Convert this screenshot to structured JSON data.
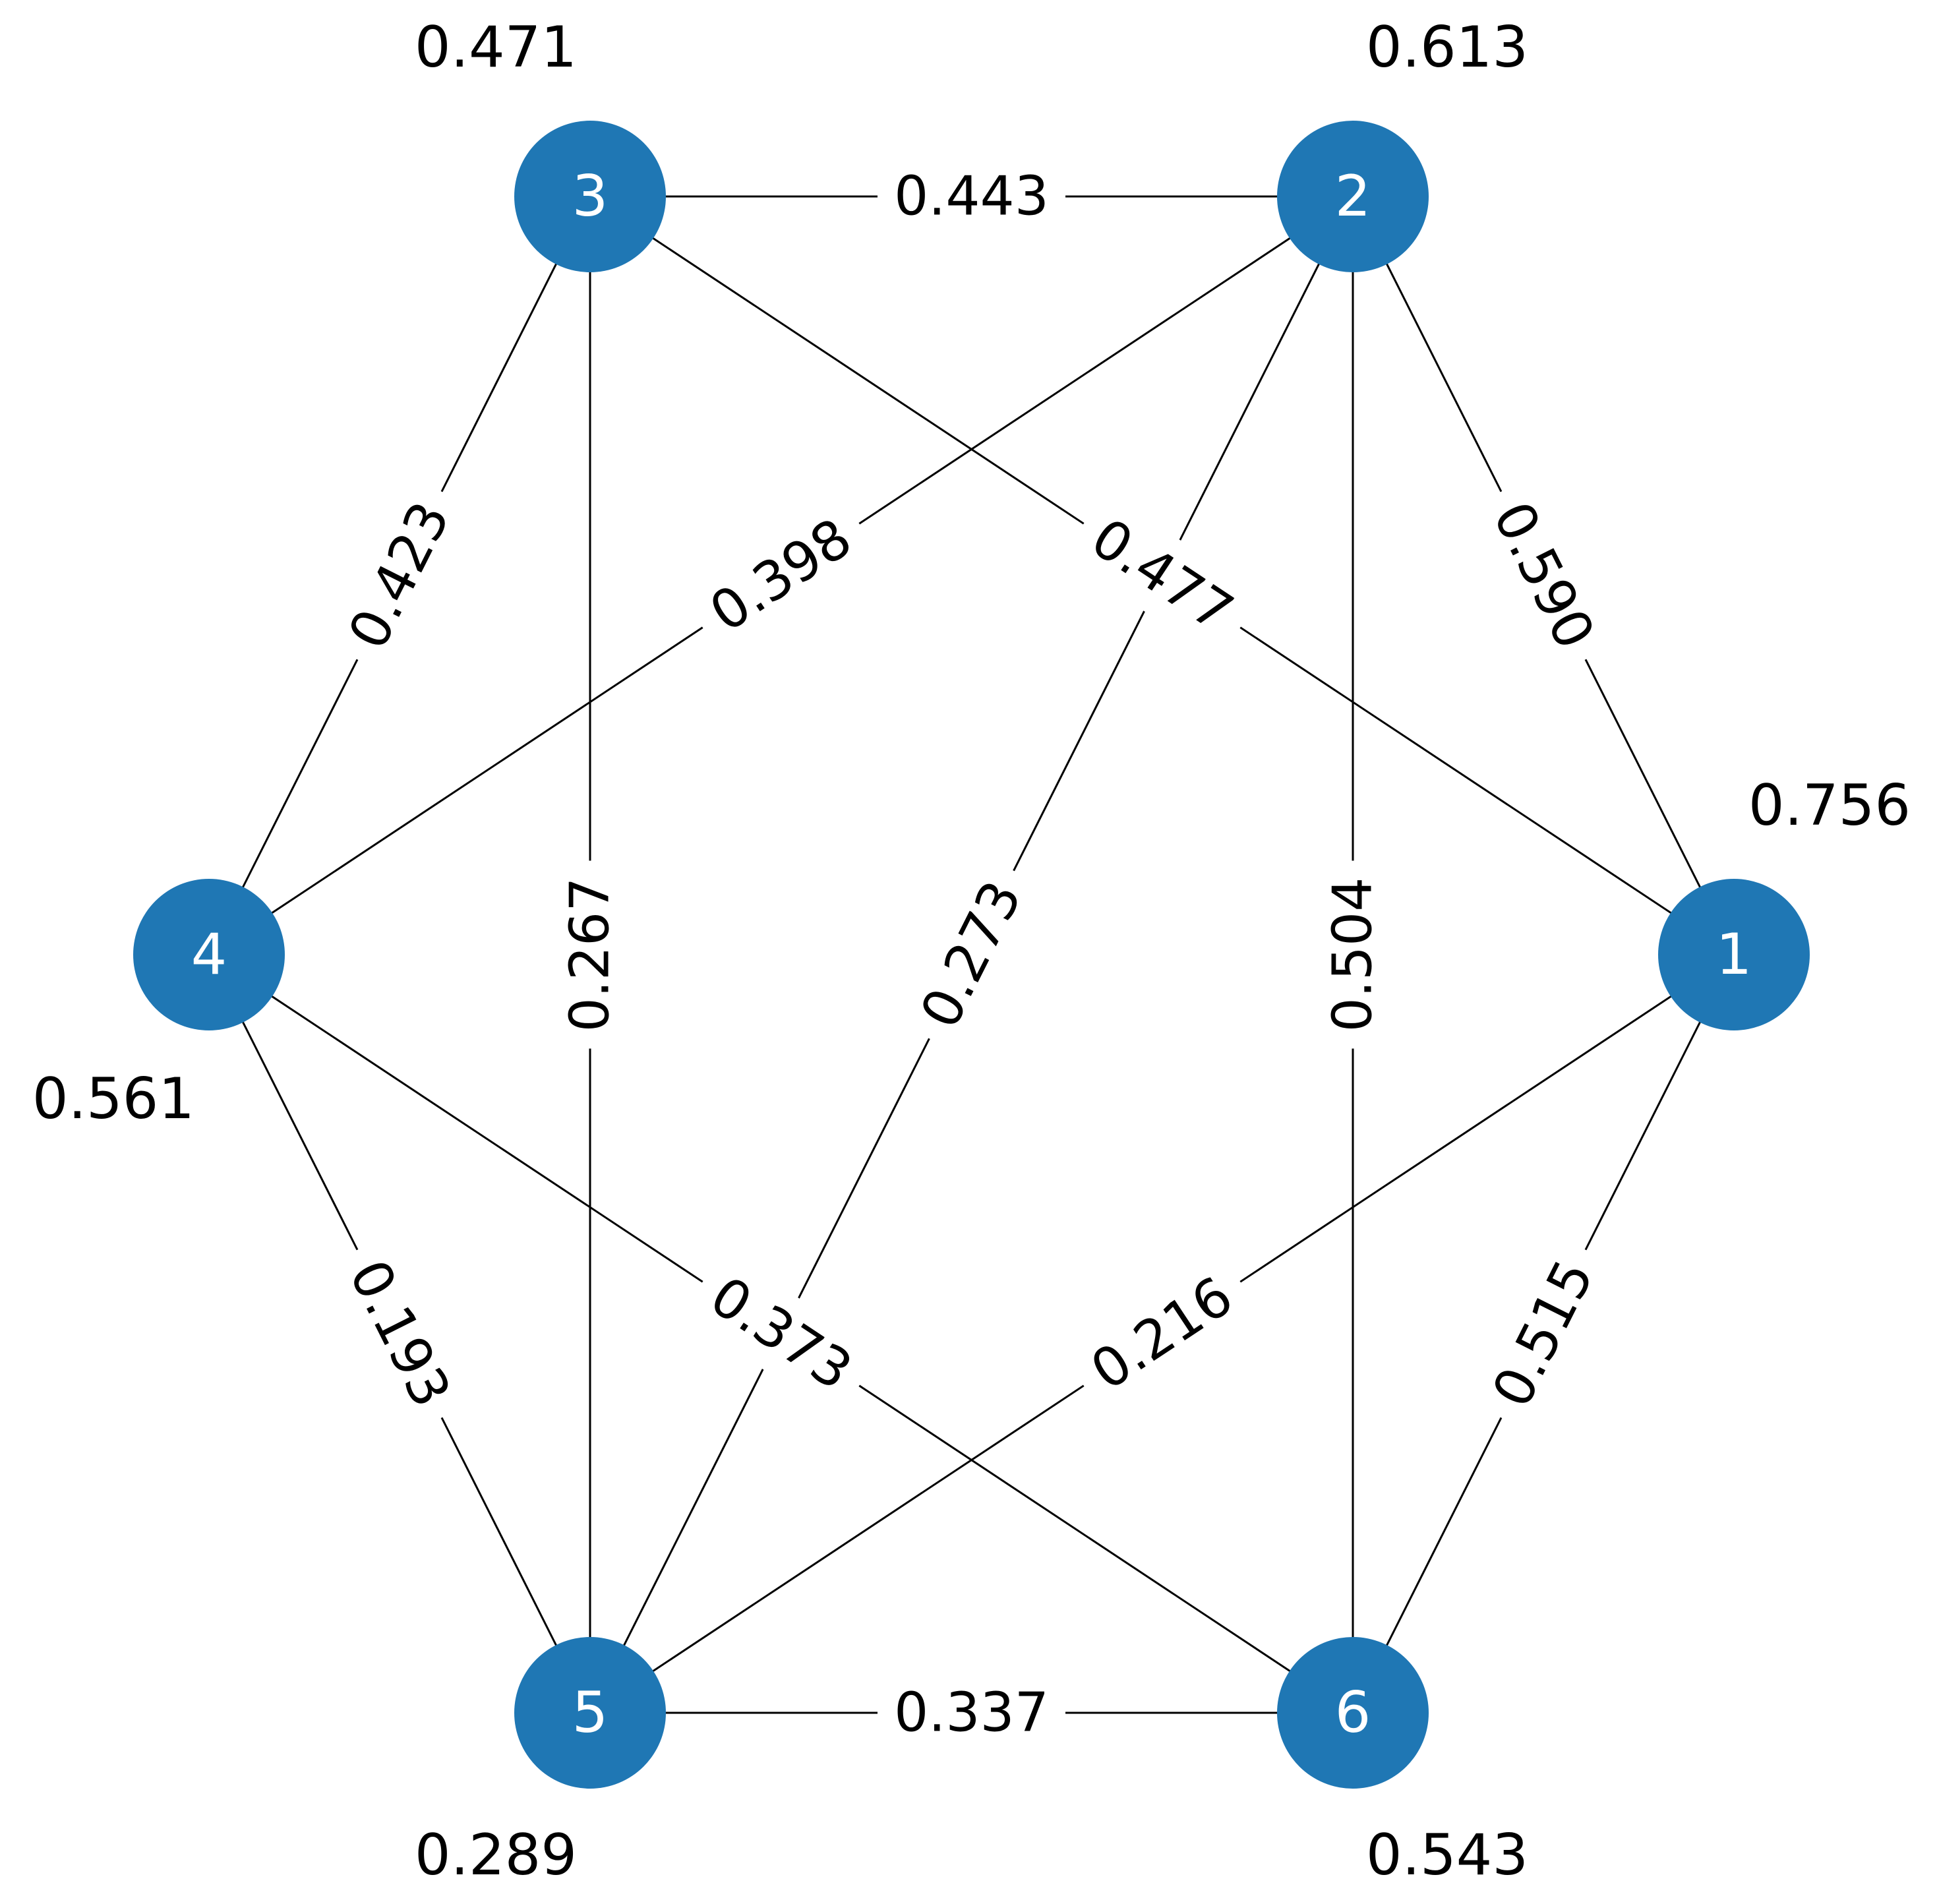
{
  "colors": {
    "node_fill": "#1f77b4",
    "node_text": "#ffffff",
    "edge": "#000000",
    "label_text": "#000000"
  },
  "nodes": [
    {
      "id": "1",
      "label": "1",
      "value": "0.756"
    },
    {
      "id": "2",
      "label": "2",
      "value": "0.613"
    },
    {
      "id": "3",
      "label": "3",
      "value": "0.471"
    },
    {
      "id": "4",
      "label": "4",
      "value": "0.561"
    },
    {
      "id": "5",
      "label": "5",
      "value": "0.289"
    },
    {
      "id": "6",
      "label": "6",
      "value": "0.543"
    }
  ],
  "edges": [
    {
      "source": "3",
      "target": "2",
      "label": "0.443"
    },
    {
      "source": "2",
      "target": "1",
      "label": "0.590"
    },
    {
      "source": "2",
      "target": "4",
      "label": "0.398"
    },
    {
      "source": "2",
      "target": "5",
      "label": "0.273"
    },
    {
      "source": "2",
      "target": "6",
      "label": "0.504"
    },
    {
      "source": "3",
      "target": "4",
      "label": "0.423"
    },
    {
      "source": "3",
      "target": "5",
      "label": "0.267"
    },
    {
      "source": "3",
      "target": "1",
      "label": "0.477"
    },
    {
      "source": "4",
      "target": "5",
      "label": "0.193"
    },
    {
      "source": "4",
      "target": "6",
      "label": "0.373"
    },
    {
      "source": "1",
      "target": "5",
      "label": "0.216"
    },
    {
      "source": "1",
      "target": "6",
      "label": "0.515"
    },
    {
      "source": "5",
      "target": "6",
      "label": "0.337"
    }
  ]
}
